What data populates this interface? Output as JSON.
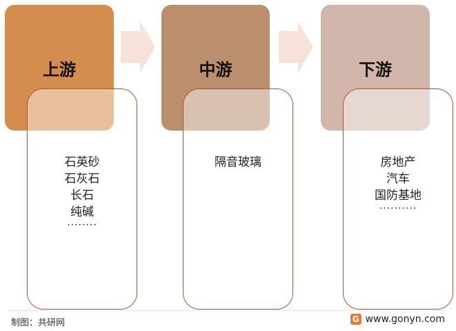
{
  "stages": [
    {
      "title": "上游",
      "items": [
        "石英砂",
        "石灰石",
        "长石",
        "纯碱"
      ],
      "more": "········"
    },
    {
      "title": "中游",
      "items": [
        "隔音玻璃"
      ],
      "more": ""
    },
    {
      "title": "下游",
      "items": [
        "房地产",
        "汽车",
        "国防基地"
      ],
      "more": "··········"
    }
  ],
  "footer": {
    "source": "制图：共研网",
    "url": "www.gonyn.com"
  },
  "colors": {
    "upstream": "#d58c4f",
    "midstream": "#bb8e6d",
    "downstream": "#d3b6ab",
    "arrow": "#f6e2d9",
    "detail_border": "#b0532c"
  }
}
